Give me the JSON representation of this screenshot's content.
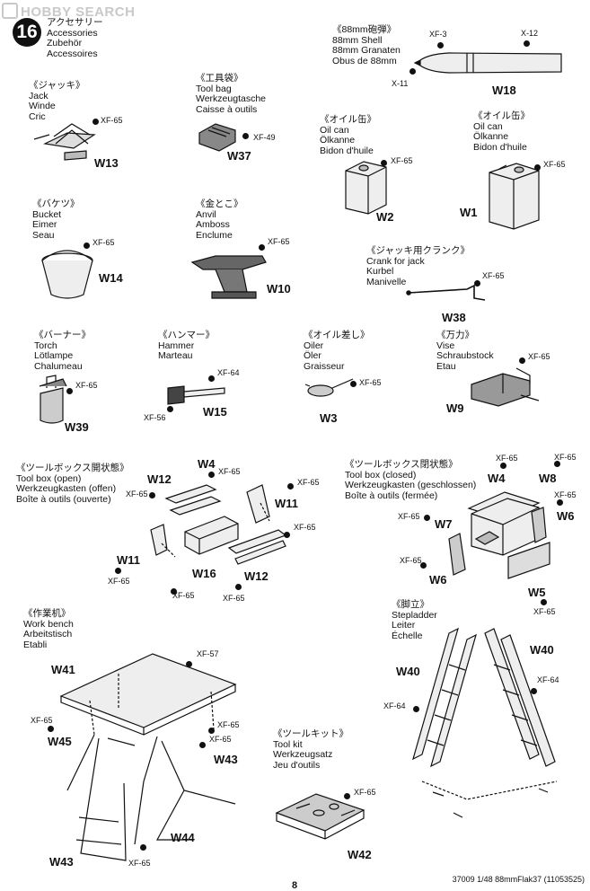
{
  "watermark": "HOBBY SEARCH",
  "step_number": "16",
  "step_title": {
    "jp": "アクセサリー",
    "en": "Accessories",
    "de": "Zubehör",
    "fr": "Accessoires"
  },
  "items": {
    "shell": {
      "jp": "《88mm砲弾》",
      "en": "88mm Shell",
      "de": "88mm Granaten",
      "fr": "Obus de 88mm",
      "part": "W18",
      "codes": [
        "XF-3",
        "X-12",
        "X-11"
      ]
    },
    "jack": {
      "jp": "《ジャッキ》",
      "en": "Jack",
      "de": "Winde",
      "fr": "Cric",
      "part": "W13",
      "codes": [
        "XF-65"
      ]
    },
    "toolbag": {
      "jp": "《工具袋》",
      "en": "Tool bag",
      "de": "Werkzeugtasche",
      "fr": "Caisse à outils",
      "part": "W37",
      "codes": [
        "XF-49"
      ]
    },
    "oilcan1": {
      "jp": "《オイル缶》",
      "en": "Oil can",
      "de": "Ölkanne",
      "fr": "Bidon d'huile",
      "part": "W2",
      "codes": [
        "XF-65"
      ]
    },
    "oilcan2": {
      "jp": "《オイル缶》",
      "en": "Oil can",
      "de": "Ölkanne",
      "fr": "Bidon d'huile",
      "part": "W1",
      "codes": [
        "XF-65"
      ]
    },
    "bucket": {
      "jp": "《バケツ》",
      "en": "Bucket",
      "de": "Eimer",
      "fr": "Seau",
      "part": "W14",
      "codes": [
        "XF-65"
      ]
    },
    "anvil": {
      "jp": "《金とこ》",
      "en": "Anvil",
      "de": "Amboss",
      "fr": "Enclume",
      "part": "W10",
      "codes": [
        "XF-65"
      ]
    },
    "crank": {
      "jp": "《ジャッキ用クランク》",
      "en": "Crank for jack",
      "de": "Kurbel",
      "fr": "Manivelle",
      "part": "W38",
      "codes": [
        "XF-65"
      ]
    },
    "torch": {
      "jp": "《バーナー》",
      "en": "Torch",
      "de": "Lötlampe",
      "fr": "Chalumeau",
      "part": "W39",
      "codes": [
        "XF-65"
      ]
    },
    "hammer": {
      "jp": "《ハンマー》",
      "en": "Hammer",
      "de": "Marteau",
      "part": "W15",
      "codes": [
        "XF-64",
        "XF-56"
      ]
    },
    "oiler": {
      "jp": "《オイル差し》",
      "en": "Oiler",
      "de": "Öler",
      "fr": "Graisseur",
      "part": "W3",
      "codes": [
        "XF-65"
      ]
    },
    "vise": {
      "jp": "《万力》",
      "en": "Vise",
      "de": "Schraubstock",
      "fr": "Etau",
      "part": "W9",
      "codes": [
        "XF-65"
      ]
    },
    "toolbox_open": {
      "jp": "《ツールボックス開状態》",
      "en": "Tool box (open)",
      "de": "Werkzeugkasten (offen)",
      "fr": "Boîte à outils (ouverte)",
      "parts": [
        "W4",
        "W12",
        "W11",
        "W11",
        "W16",
        "W12"
      ],
      "codes": [
        "XF-65"
      ]
    },
    "toolbox_closed": {
      "jp": "《ツールボックス閉状態》",
      "en": "Tool box (closed)",
      "de": "Werkzeugkasten (geschlossen)",
      "fr": "Boîte à outils (fermée)",
      "parts": [
        "W4",
        "W8",
        "W6",
        "W7",
        "W6",
        "W5"
      ],
      "codes": [
        "XF-65"
      ]
    },
    "workbench": {
      "jp": "《作業机》",
      "en": "Work bench",
      "de": "Arbeitstisch",
      "fr": "Etabli",
      "parts": [
        "W41",
        "W45",
        "W43",
        "W44",
        "W43"
      ],
      "codes": [
        "XF-57",
        "XF-65"
      ]
    },
    "stepladder": {
      "jp": "《脚立》",
      "en": "Stepladder",
      "de": "Leiter",
      "fr": "Échelle",
      "parts": [
        "W40",
        "W40"
      ],
      "codes": [
        "XF-64"
      ]
    },
    "toolkit": {
      "jp": "《ツールキット》",
      "en": "Tool kit",
      "de": "Werkzeugsatz",
      "fr": "Jeu d'outils",
      "part": "W42",
      "codes": [
        "XF-65"
      ]
    }
  },
  "page_number": "8",
  "footer": "37009 1/48 88mmFlak37 (11053525)"
}
